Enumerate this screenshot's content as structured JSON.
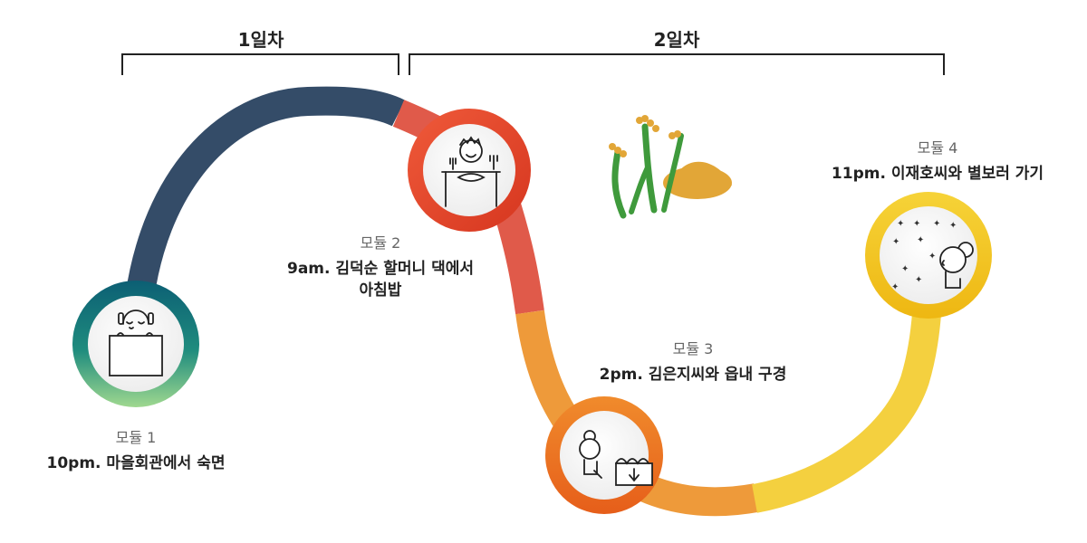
{
  "days": [
    {
      "label": "1일차"
    },
    {
      "label": "2일차"
    }
  ],
  "modules": [
    {
      "num": "모듈 1",
      "title": "10pm. 마을회관에서 숙면"
    },
    {
      "num": "모듈 2",
      "title_line1": "9am. 김덕순 할머니 댁에서",
      "title_line2": "아침밥"
    },
    {
      "num": "모듈 3",
      "title": "2pm. 김은지씨와 읍내 구경"
    },
    {
      "num": "모듈 4",
      "title": "11pm. 이재호씨와 별보러 가기"
    }
  ],
  "colors": {
    "navy": "#344c68",
    "red": "#e05a4a",
    "orange": "#ee9a3a",
    "yellow": "#f4d03f",
    "teal": "#1f7f7e",
    "green_light": "#8fcf8a",
    "ring_red": "#e24b2e",
    "ring_orange": "#ea6c1f",
    "ring_yellow": "#f2c51a",
    "grain_green": "#3f9a3c",
    "grain_gold": "#e2a637"
  },
  "icons": [
    "sleeping-person-icon",
    "eating-person-icon",
    "market-person-icon",
    "stargazing-person-icon",
    "rice-plant-icon"
  ]
}
